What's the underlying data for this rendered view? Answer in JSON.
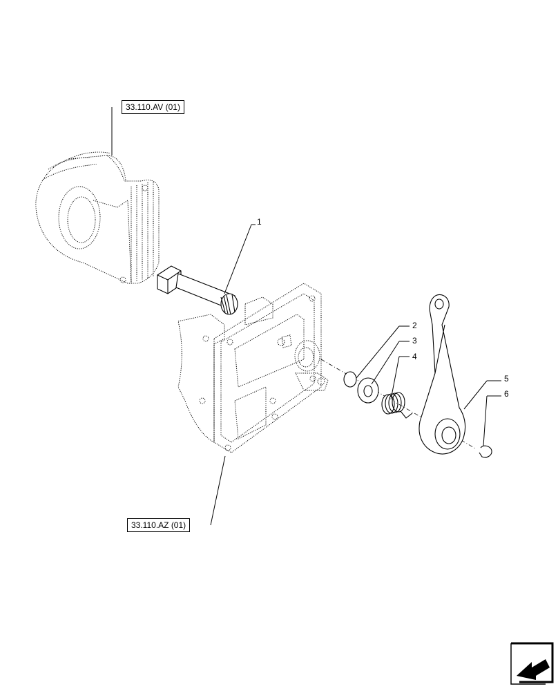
{
  "references": {
    "upper": "33.110.AV (01)",
    "lower": "33.110.AZ (01)"
  },
  "callouts": [
    {
      "id": "1",
      "text": "1"
    },
    {
      "id": "2",
      "text": "2"
    },
    {
      "id": "3",
      "text": "3"
    },
    {
      "id": "4",
      "text": "4"
    },
    {
      "id": "5",
      "text": "5"
    },
    {
      "id": "6",
      "text": "6"
    }
  ],
  "nav": {
    "icon": "arrow-icon"
  }
}
